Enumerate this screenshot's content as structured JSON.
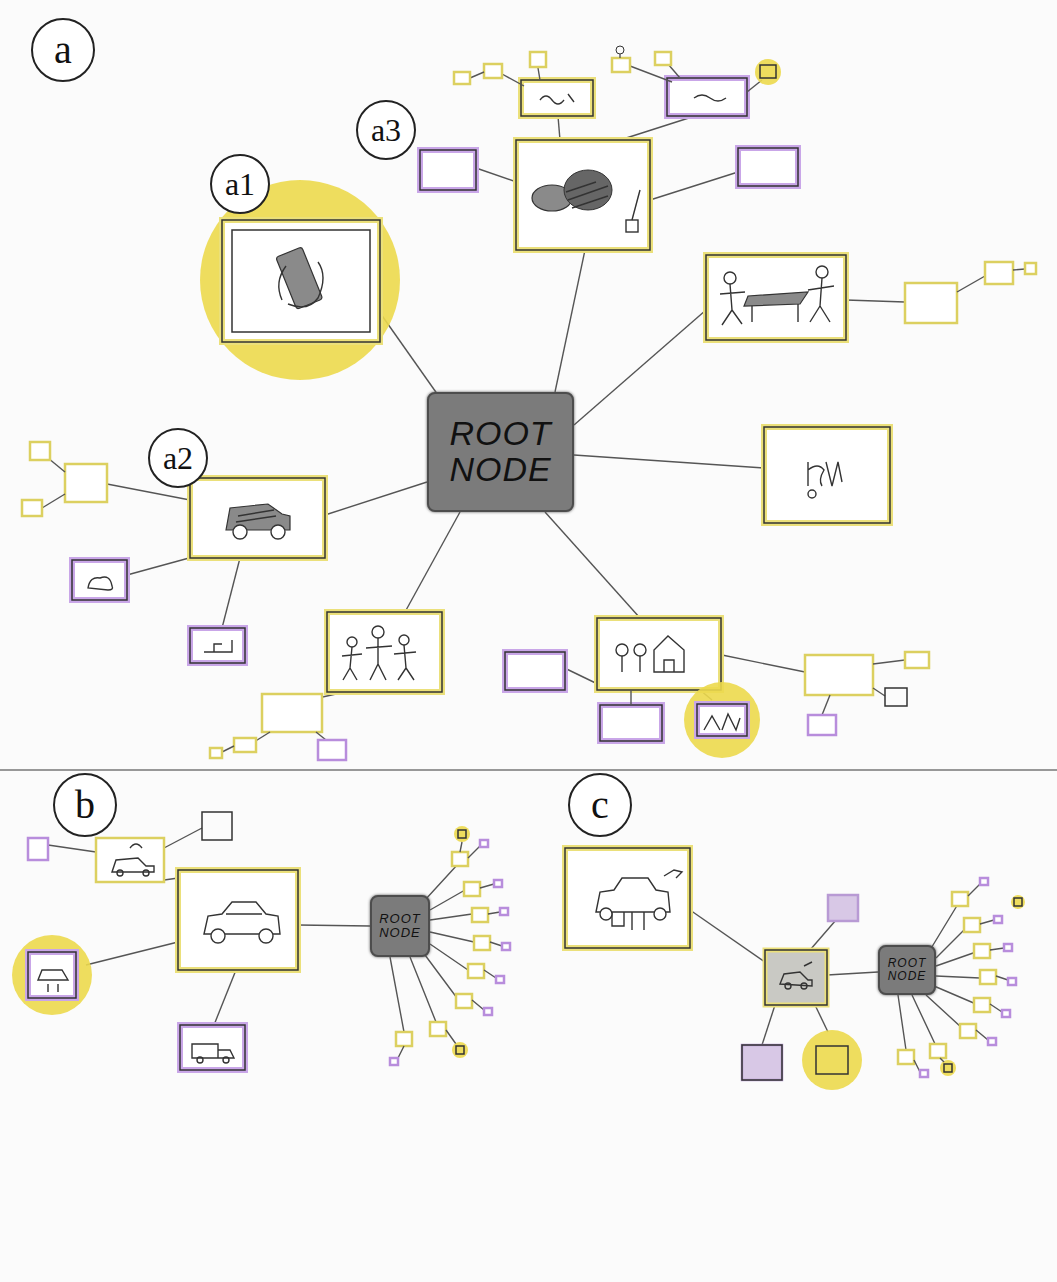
{
  "diagram": {
    "nodes": [
      {
        "text": [
          "ROOT NODE"
        ]
      },
      {
        "text": [
          "ROOT NODE"
        ]
      },
      {
        "text": [
          "ROOT NODE"
        ]
      }
    ],
    "labels": [
      "a",
      "a3",
      "a1",
      "a2",
      "b",
      "c"
    ]
  }
}
